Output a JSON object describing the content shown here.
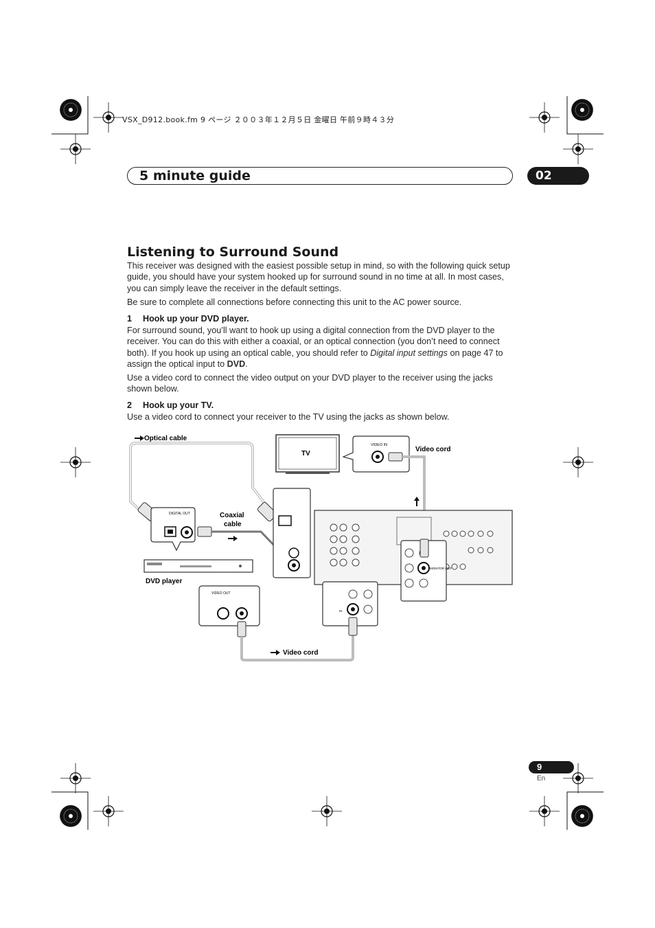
{
  "header": {
    "file_info": "VSX_D912.book.fm  9 ページ  ２００３年１２月５日  金曜日  午前９時４３分"
  },
  "section": {
    "title": "5 minute guide",
    "chapter": "02"
  },
  "content": {
    "heading": "Listening to Surround Sound",
    "intro": "This receiver was designed with the easiest possible setup in mind, so with the following quick setup guide, you should have your system hooked up for surround sound in no time at all. In most cases, you can simply leave the receiver in the default settings.",
    "power_note": "Be sure to complete all connections before connecting this unit to the AC power source.",
    "step1": {
      "number": "1",
      "title": "Hook up your DVD player.",
      "body_a": "For surround sound, you’ll want to hook up using a digital connection from the DVD player to the receiver. You can do this with either a coaxial, or an optical connection (you don’t need to connect both). If you hook up using an optical cable, you should refer to ",
      "body_ref": "Digital input settings",
      "body_b": " on page 47 to assign the optical input to ",
      "body_dvd": "DVD",
      "body_end": ".",
      "video_note": "Use a video cord to connect the video output on your DVD player to the receiver using the jacks shown below."
    },
    "step2": {
      "number": "2",
      "title": "Hook up your TV.",
      "body": "Use a video cord to connect your receiver to the TV using the jacks as shown below."
    }
  },
  "diagram": {
    "optical_cable": "Optical cable",
    "tv": "TV",
    "video_in": "VIDEO IN",
    "video_cord_top": "Video cord",
    "digital_out": "DIGITAL OUT",
    "coaxial_cable_line1": "Coaxial",
    "coaxial_cable_line2": "cable",
    "dvd_player": "DVD player",
    "video_out": "VIDEO OUT",
    "video_cord_bottom": "Video cord",
    "monitor_out": "MONITOR OUT",
    "dvd_in": "IN"
  },
  "footer": {
    "page_number": "9",
    "language": "En"
  }
}
